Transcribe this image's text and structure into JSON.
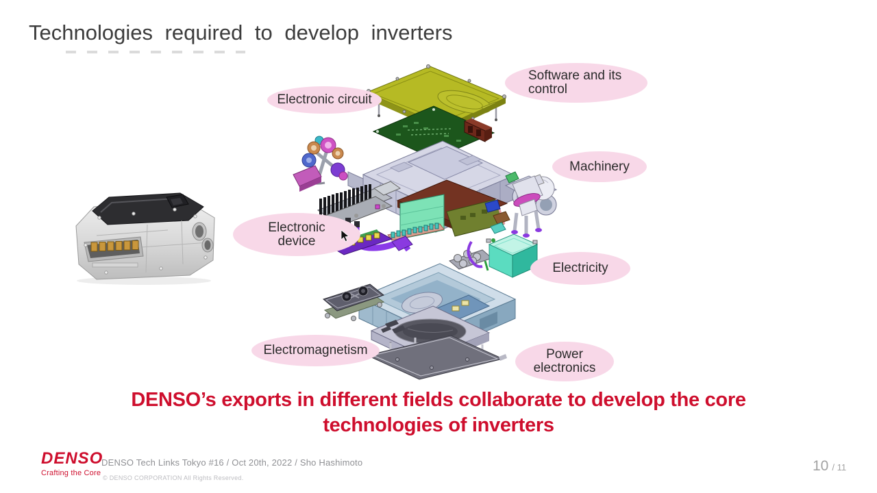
{
  "slide": {
    "title": "Technologies required to develop inverters",
    "statement": {
      "line1": "DENSO’s exports in different fields collaborate to develop the core",
      "line2": "technologies of inverters"
    },
    "labels": {
      "electronic_circuit": "Electronic circuit",
      "software_line1": "Software and its",
      "software_line2": "control",
      "machinery": "Machinery",
      "electronic_device_line1": "Electronic",
      "electronic_device_line2": "device",
      "electricity": "Electricity",
      "electromagnetism": "Electromagnetism",
      "power_electronics_line1": "Power",
      "power_electronics_line2": "electronics"
    },
    "footer": {
      "logo_text": "DENSO",
      "logo_tagline": "Crafting the Core",
      "session_info": "DENSO  Tech Links Tokyo #16 / Oct 20th, 2022 / Sho Hashimoto",
      "copyright": "© DENSO CORPORATION  All Rights Reserved.",
      "page_number": "10",
      "page_total": "/ 11"
    },
    "colors": {
      "accent_red": "#ce0e2d",
      "label_pink": "#f8d8e8",
      "title_gray": "#3c3c3c"
    }
  }
}
